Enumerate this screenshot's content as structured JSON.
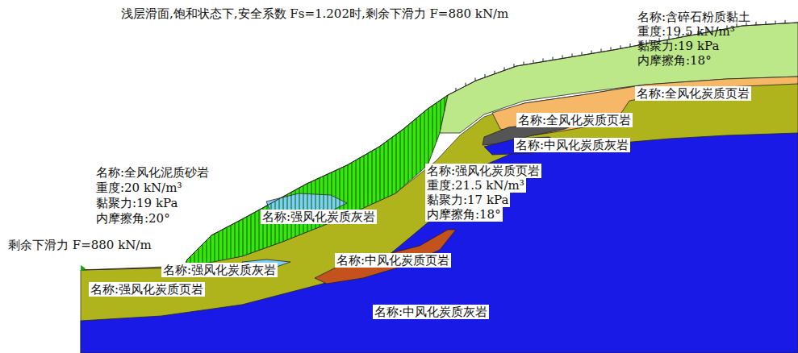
{
  "diagram": {
    "labels": [
      "浅层滑面,饱和状态下,安全系数 Fs=1.202时,剩余下滑力 F=880 kN/m",
      "名称:含碎石粉质黏土",
      "重度:19.5 kN/m³",
      "黏聚力:19 kPa",
      "内摩擦角:18°",
      "名称:全风化炭质页岩",
      "名称:全风化炭质页岩",
      "名称:中风化炭质灰岩",
      "名称:强风化炭质页岩",
      "重度:21.5 kN/m³",
      "黏聚力:17 kPa",
      "内摩擦角:18°",
      "名称:全风化泥质砂岩",
      "重度:20 kN/m³",
      "黏聚力:19 kPa",
      "内摩擦角:20°",
      "名称:强风化炭质灰岩",
      "剩余下滑力 F=880 kN/m",
      "名称:强风化炭质灰岩",
      "名称:中风化炭质页岩",
      "名称:强风化炭质页岩",
      "名称:中风化炭质灰岩"
    ]
  }
}
